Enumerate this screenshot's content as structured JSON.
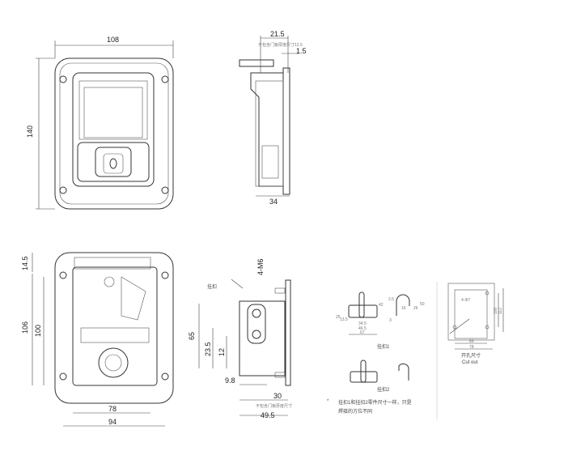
{
  "front_view": {
    "width": "108",
    "height": "140"
  },
  "side_view": {
    "depth_top": "21.5",
    "note_top": "不包含门板厚度尺寸12.5",
    "plate": "1.5",
    "depth_bottom": "34"
  },
  "rear_view": {
    "top": "14.5",
    "h1": "106",
    "h2": "100",
    "w1": "78",
    "w2": "94"
  },
  "side_view2": {
    "screw": "4-M6",
    "latch_label": "挂扣",
    "h65": "65",
    "h23": "23.5",
    "h12": "12",
    "w98": "9.8",
    "w30": "30",
    "note": "不包含门板厚度尺寸",
    "w495": "49.5"
  },
  "hook1": {
    "caption": "挂扣1",
    "d1": "34.5",
    "d2": "46.5",
    "d3": "67",
    "h1": "25",
    "h2": "13.5",
    "h3": "42",
    "t": "2.6",
    "r": "16",
    "h4": "26",
    "h5": "50",
    "b": "3"
  },
  "hook2": {
    "caption": "挂扣2"
  },
  "note": {
    "bullet": "*",
    "text1": "挂扣1和挂扣2零件尺寸一样，只是",
    "text2": "焊接的方位不同"
  },
  "cutout": {
    "caption_cn": "开孔尺寸",
    "caption_en": "Cut out",
    "hole": "4-Φ7",
    "w1": "84",
    "w2": "78",
    "h1": "100",
    "h2": "112"
  }
}
